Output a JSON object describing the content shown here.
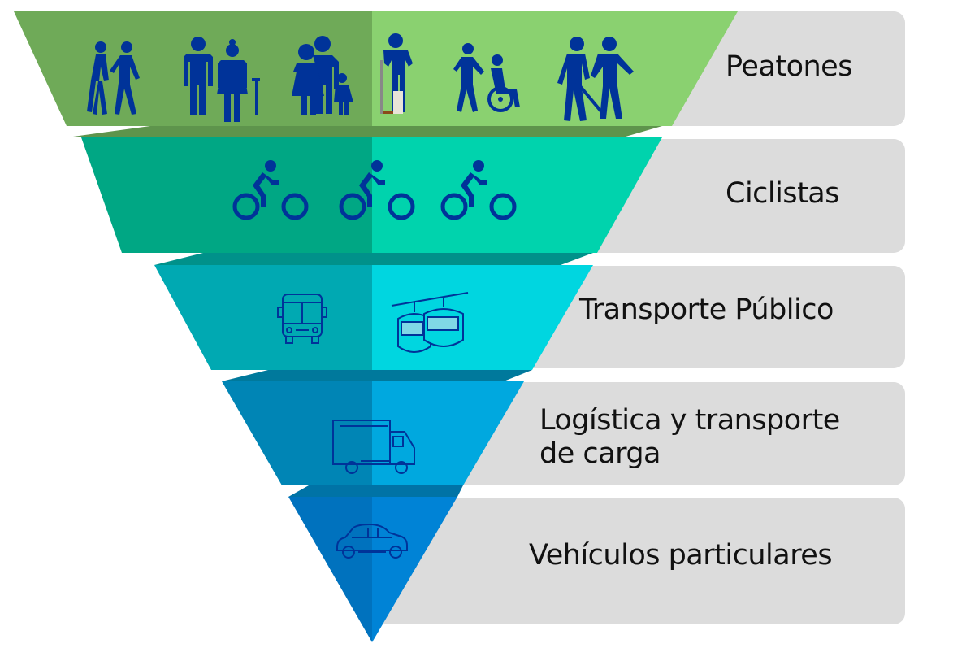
{
  "title": "Pirámide de movilidad",
  "levels": [
    {
      "label": "Peatones",
      "icons": [
        "walking-couple-icon",
        "elderly-couple-icon",
        "family-icon",
        "crutches-person-icon",
        "wheelchair-assist-icon",
        "blind-guide-icon"
      ],
      "color_dark": "#6faa58",
      "color_light": "#8ad170",
      "color_band": "#5e944c"
    },
    {
      "label": "Ciclistas",
      "icons": [
        "cyclist-icon",
        "cyclist-icon",
        "cyclist-icon"
      ],
      "color_dark": "#00a784",
      "color_light": "#00d3ad",
      "color_band": "#00918a"
    },
    {
      "label": "Transporte Público",
      "icons": [
        "bus-icon",
        "cable-car-icon"
      ],
      "color_dark": "#00a9b2",
      "color_light": "#00d6e0",
      "color_band": "#00799c"
    },
    {
      "label_line1": "Logística y transporte",
      "label_line2": "de carga",
      "icons": [
        "truck-icon"
      ],
      "color_dark": "#0085b5",
      "color_light": "#00a8df",
      "color_band": "#0073a6"
    },
    {
      "label": "Vehículos particulares",
      "icons": [
        "car-icon"
      ],
      "color_dark": "#0072be",
      "color_light": "#0083d6"
    }
  ],
  "colors": {
    "icon": "#003399",
    "box": "#dcdcdc",
    "text": "#111111"
  }
}
